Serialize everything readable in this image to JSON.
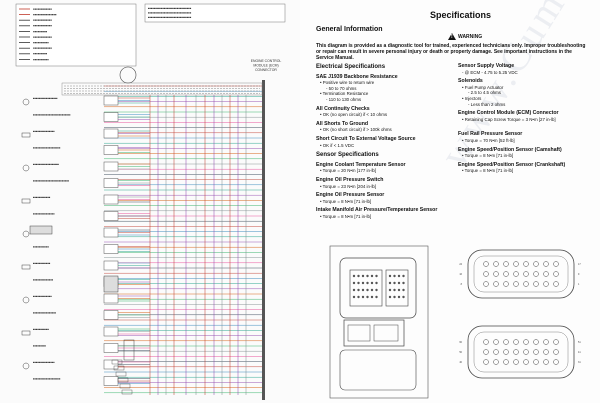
{
  "left": {
    "legend_rows": [
      {
        "label": "■■■■■■■■■■■■",
        "color": "#c0392b"
      },
      {
        "label": "■■■■■■■■■■■■■■■",
        "color": "#c0392b"
      },
      {
        "label": "■■■■■■■■■■■■",
        "color": "#333333"
      },
      {
        "label": "■■■■■■■■■■■■",
        "color": "#333333"
      },
      {
        "label": "■■■■■■■■■",
        "color": "#333333"
      },
      {
        "label": "■■■■■■■■■■■■",
        "color": "#333333"
      },
      {
        "label": "■■■■■■■■■■",
        "color": "#333333"
      },
      {
        "label": "■■■■■■■■■■■■",
        "color": "#333333"
      },
      {
        "label": "■■■■■■■■■",
        "color": "#333333"
      },
      {
        "label": "■■■■■■■■■■",
        "color": "#333333"
      }
    ],
    "note_lines": [
      "■■■■■■■■■■■■■■■■■■■■■■■■■■■■■■",
      "■■■■■■■■■■■■■■■■■■■■■■■■■■■■■■",
      "■■■■■■■■■■■■■■■■■■■■■■■■■■■■■■"
    ],
    "ecm_label_lines": [
      "ENGINE CONTROL",
      "MODULE (ECM)",
      "CONNECTOR"
    ],
    "sensors": [
      "■■■■■■■■■■■■■■■■■",
      "■■■■■■■■■■■■■■■■■■■■■■■■■■",
      "■■■■■■■■■■■■■■■",
      "■■■■■■■■■■■■■■■■■■■",
      "■■■■■■■■■■■■■■■■■■",
      "■■■■■■■■■■■■■■■■■■■■■■■■■",
      "■■■■■■■■■■■■",
      "■■■■■■■■■■■■■■■",
      "■■■■■■■■■■■■",
      "■■■■■■■■■■■",
      "■■■■■■■■■■■■",
      "■■■■■■■■■■■■■■",
      "■■■■■■■■■■■■■",
      "■■■■■■■■■■■■■■■■",
      "■■■■■■■■■■■",
      "■■■■■■■■■",
      "■■■■■■■■■■■■■■■",
      "■■■■■■■■■■■■■■■■■■■"
    ]
  },
  "right": {
    "title": "Specifications",
    "general_title": "General Information",
    "warning_label": "WARNING",
    "general_body": "This diagram is provided as a diagnostic tool for trained, experienced technicians only. Improper troubleshooting or repair can result in severe personal injury or death or property damage. See important instructions in the Service Manual.",
    "left_column": [
      {
        "kind": "h2",
        "text": "Electrical Specifications"
      },
      {
        "kind": "h",
        "text": "SAE J1939 Backbone Resistance"
      },
      {
        "kind": "b",
        "text": "• Positive wire to return wire"
      },
      {
        "kind": "b2",
        "text": "- 50 to 70 ohms"
      },
      {
        "kind": "b",
        "text": "• Termination Resistance"
      },
      {
        "kind": "b2",
        "text": "- 110 to 130 ohms"
      },
      {
        "kind": "h",
        "text": "All Continuity Checks"
      },
      {
        "kind": "b",
        "text": "• OK (no open circuit) if < 10 ohms"
      },
      {
        "kind": "h",
        "text": "All Shorts To Ground"
      },
      {
        "kind": "b",
        "text": "• OK (no short circuit) if > 100k ohms"
      },
      {
        "kind": "h",
        "text": "Short Circuit To External Voltage Source"
      },
      {
        "kind": "b",
        "text": "• OK if < 1.5 VDC"
      },
      {
        "kind": "h2",
        "text": "Sensor Specifications"
      },
      {
        "kind": "h",
        "text": "Engine Coolant Temperature Sensor"
      },
      {
        "kind": "b",
        "text": "• Torque = 20 N•m [177 in-lb]"
      },
      {
        "kind": "h",
        "text": "Engine Oil Pressure Switch"
      },
      {
        "kind": "b",
        "text": "• Torque = 23 N•m [204 in-lb]"
      },
      {
        "kind": "h",
        "text": "Engine Oil Pressure Sensor"
      },
      {
        "kind": "b",
        "text": "• Torque = 8 N•m [71 in-lb]"
      },
      {
        "kind": "h",
        "text": "Intake Manifold Air Pressure/Temperature Sensor"
      },
      {
        "kind": "b",
        "text": "• Torque = 8 N•m [71 in-lb]"
      }
    ],
    "right_column": [
      {
        "kind": "h",
        "text": "Sensor Supply Voltage"
      },
      {
        "kind": "b",
        "text": "- @ ECM - 4.75 to 5.25 VDC"
      },
      {
        "kind": "h",
        "text": "Solenoids"
      },
      {
        "kind": "b",
        "text": "• Fuel Pump Actuator"
      },
      {
        "kind": "b2",
        "text": "- 2.5 to 4.5 ohms"
      },
      {
        "kind": "b",
        "text": "• Injectors"
      },
      {
        "kind": "b2",
        "text": "- Less than 2 ohms"
      },
      {
        "kind": "h",
        "text": "Engine Control Module (ECM) Connector"
      },
      {
        "kind": "b",
        "text": "• Retaining Cap Screw Torque = 3 N•m [27 in-lb]"
      },
      {
        "kind": "gap",
        "text": ""
      },
      {
        "kind": "h",
        "text": "Fuel Rail Pressure Sensor"
      },
      {
        "kind": "b",
        "text": "• Torque = 70 N•m [52 ft-lb]"
      },
      {
        "kind": "h",
        "text": "Engine Speed/Position Sensor (Camshaft)"
      },
      {
        "kind": "b",
        "text": "• Torque = 8 N•m [71 in-lb]"
      },
      {
        "kind": "h",
        "text": "Engine Speed/Position Sensor (Crankshaft)"
      },
      {
        "kind": "b",
        "text": "• Torque = 8 N•m [71 in-lb]"
      }
    ],
    "watermark": "www.Cummins Inc.",
    "ecm_pin_numbers_left": [
      "24",
      "16",
      "8"
    ],
    "ecm_pin_numbers_right": [
      "17",
      "9",
      "1"
    ],
    "ecm_pin_numbers_left_lower": [
      "60",
      "50",
      "40"
    ],
    "ecm_pin_numbers_right_lower": [
      "51",
      "41",
      "31"
    ]
  }
}
